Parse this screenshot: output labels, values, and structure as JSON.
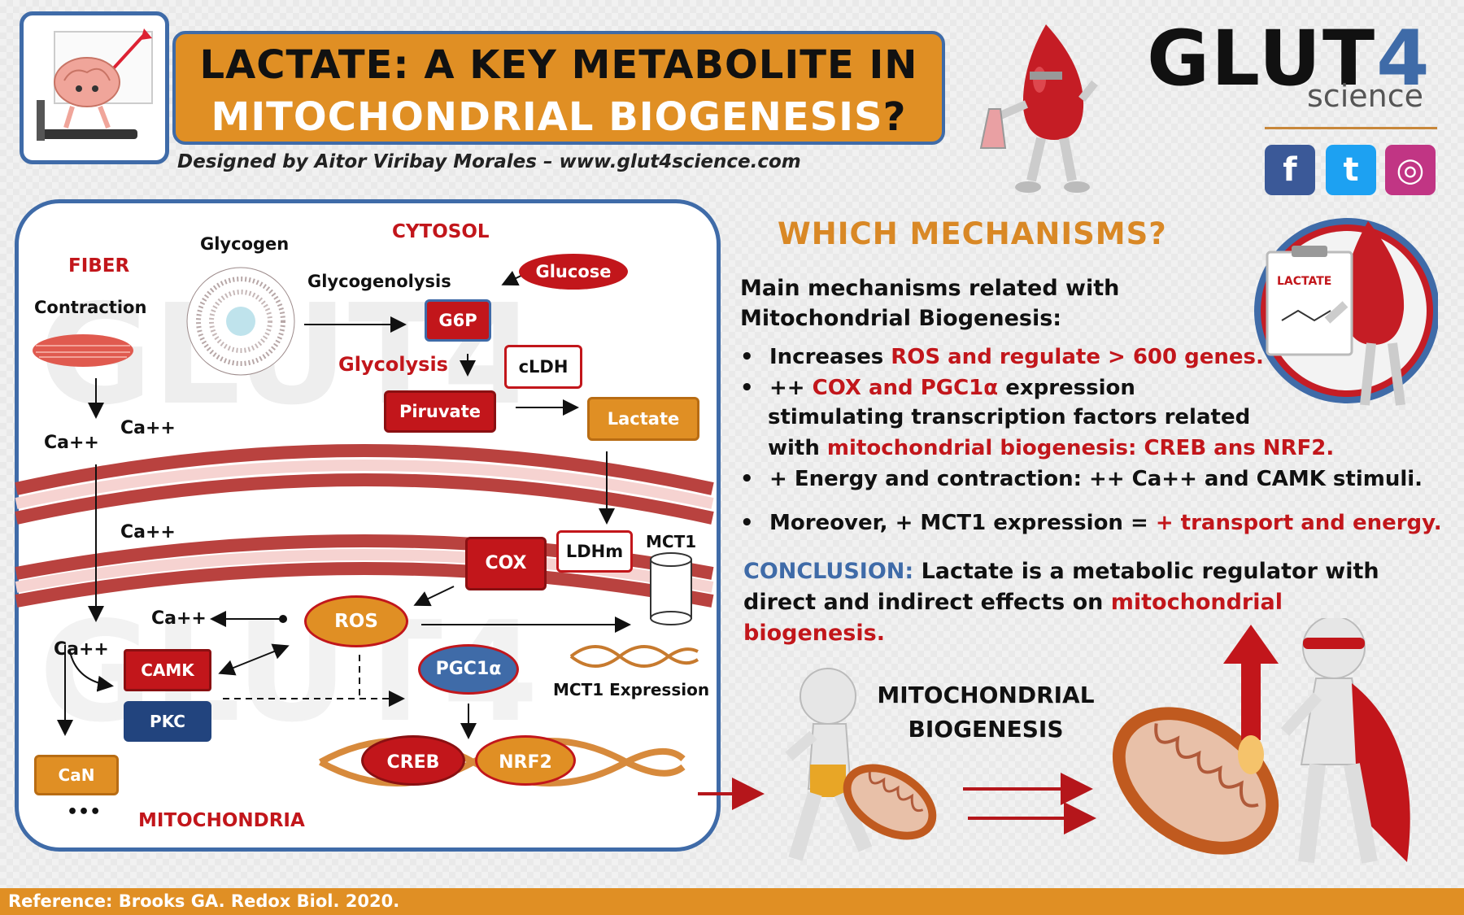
{
  "header": {
    "title_line1": "LACTATE: A KEY METABOLITE IN",
    "title_line2": "MITOCHONDRIAL BIOGENESIS",
    "title_q": "?",
    "credit": "Designed by Aitor Viribay Morales – www.glut4science.com"
  },
  "brand": {
    "name_a": "GLUT",
    "name_b": "4",
    "sub": "science"
  },
  "social": [
    {
      "icon": "facebook-icon",
      "glyph": "f",
      "color": "#3b5998"
    },
    {
      "icon": "twitter-icon",
      "glyph": "t",
      "color": "#1da1f2"
    },
    {
      "icon": "instagram-icon",
      "glyph": "◎",
      "color": "#c13584"
    }
  ],
  "diagram": {
    "fiber": "FIBER",
    "contraction": "Contraction",
    "glycogen": "Glycogen",
    "cytosol": "CYTOSOL",
    "glycogenolysis": "Glycogenolysis",
    "glucose": "Glucose",
    "g6p": "G6P",
    "glycolysis": "Glycolysis",
    "cldh": "cLDH",
    "piruvate": "Piruvate",
    "lactate": "Lactate",
    "ca_1": "Ca++",
    "ca_2": "Ca++",
    "ca_3": "Ca++",
    "ca_4": "Ca++",
    "ca_5": "Ca++",
    "cox": "COX",
    "ldhm": "LDHm",
    "mct1": "MCT1",
    "ros": "ROS",
    "camk": "CAMK",
    "pkc": "PKC",
    "can": "CaN",
    "ellipsis": "•••",
    "pgc1a": "PGC1α",
    "mct1_expression": "MCT1 Expression",
    "creb": "CREB",
    "nrf2": "NRF2",
    "mitochondria": "MITOCHONDRIA"
  },
  "right": {
    "heading": "WHICH MECHANISMS?",
    "intro_1": "Main mechanisms related with",
    "intro_2": "Mitochondrial Biogenesis:",
    "b1_a": "Increases ",
    "b1_b": "ROS and regulate > 600 genes.",
    "b2_a": "++ ",
    "b2_b": "COX and PGC1α",
    "b2_c": " expression",
    "b2_line2": "stimulating transcription factors related",
    "b2_line3a": "with ",
    "b2_line3b": "mitochondrial biogenesis: CREB ans NRF2.",
    "b3": "+ Energy and contraction:  ++ Ca++ and CAMK stimuli.",
    "b4_a": "Moreover, + MCT1 expression = ",
    "b4_b": "+ transport and energy.",
    "conclusion_label": "CONCLUSION:",
    "conclusion_a": " Lactate is a metabolic regulator with",
    "conclusion_b": "direct and indirect effects on ",
    "conclusion_c": "mitochondrial",
    "conclusion_d": "biogenesis.",
    "clipboard_label": "LACTATE",
    "mito_line1": "MITOCHONDRIAL",
    "mito_line2": "BIOGENESIS"
  },
  "footer": {
    "reference": "Reference: Brooks GA. Redox Biol. 2020."
  },
  "colors": {
    "accent_orange": "#e08f24",
    "accent_blue": "#3f6ba8",
    "accent_red": "#c2161b"
  }
}
